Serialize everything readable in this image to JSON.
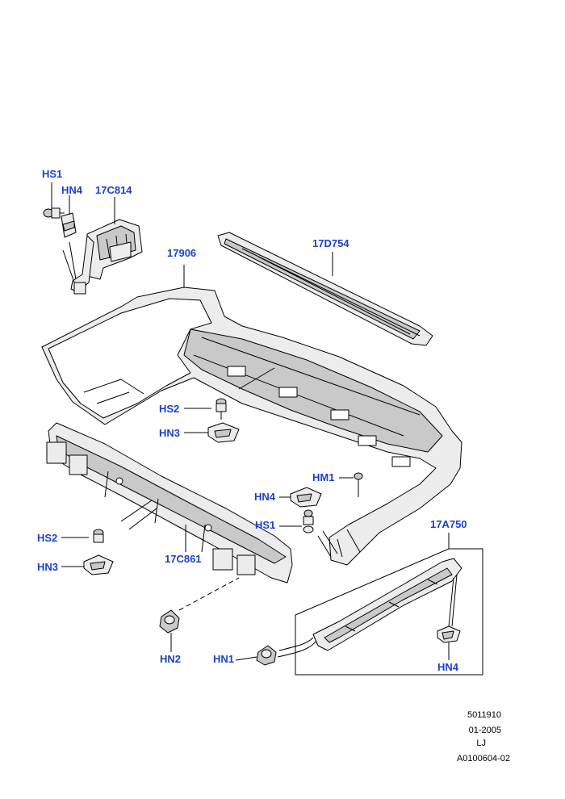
{
  "colors": {
    "callout": "#1a3fd0",
    "line": "#000000",
    "part_fill": "#ececec",
    "part_shade": "#c9c9c9"
  },
  "callouts": {
    "hs1_top": "HS1",
    "hn4_top": "HN4",
    "p17c814": "17C814",
    "p17906": "17906",
    "p17d754": "17D754",
    "hs2_mid": "HS2",
    "hn3_mid": "HN3",
    "hm1": "HM1",
    "hn4_mid": "HN4",
    "hs1_mid": "HS1",
    "p17a750": "17A750",
    "hs2_left": "HS2",
    "hn3_left": "HN3",
    "p17c861": "17C861",
    "hn2": "HN2",
    "hn1": "HN1",
    "hn4_bottom": "HN4"
  },
  "footer": {
    "line1": "5011910",
    "line2": "01-2005",
    "line3": "LJ",
    "line4": "A0100604-02"
  }
}
